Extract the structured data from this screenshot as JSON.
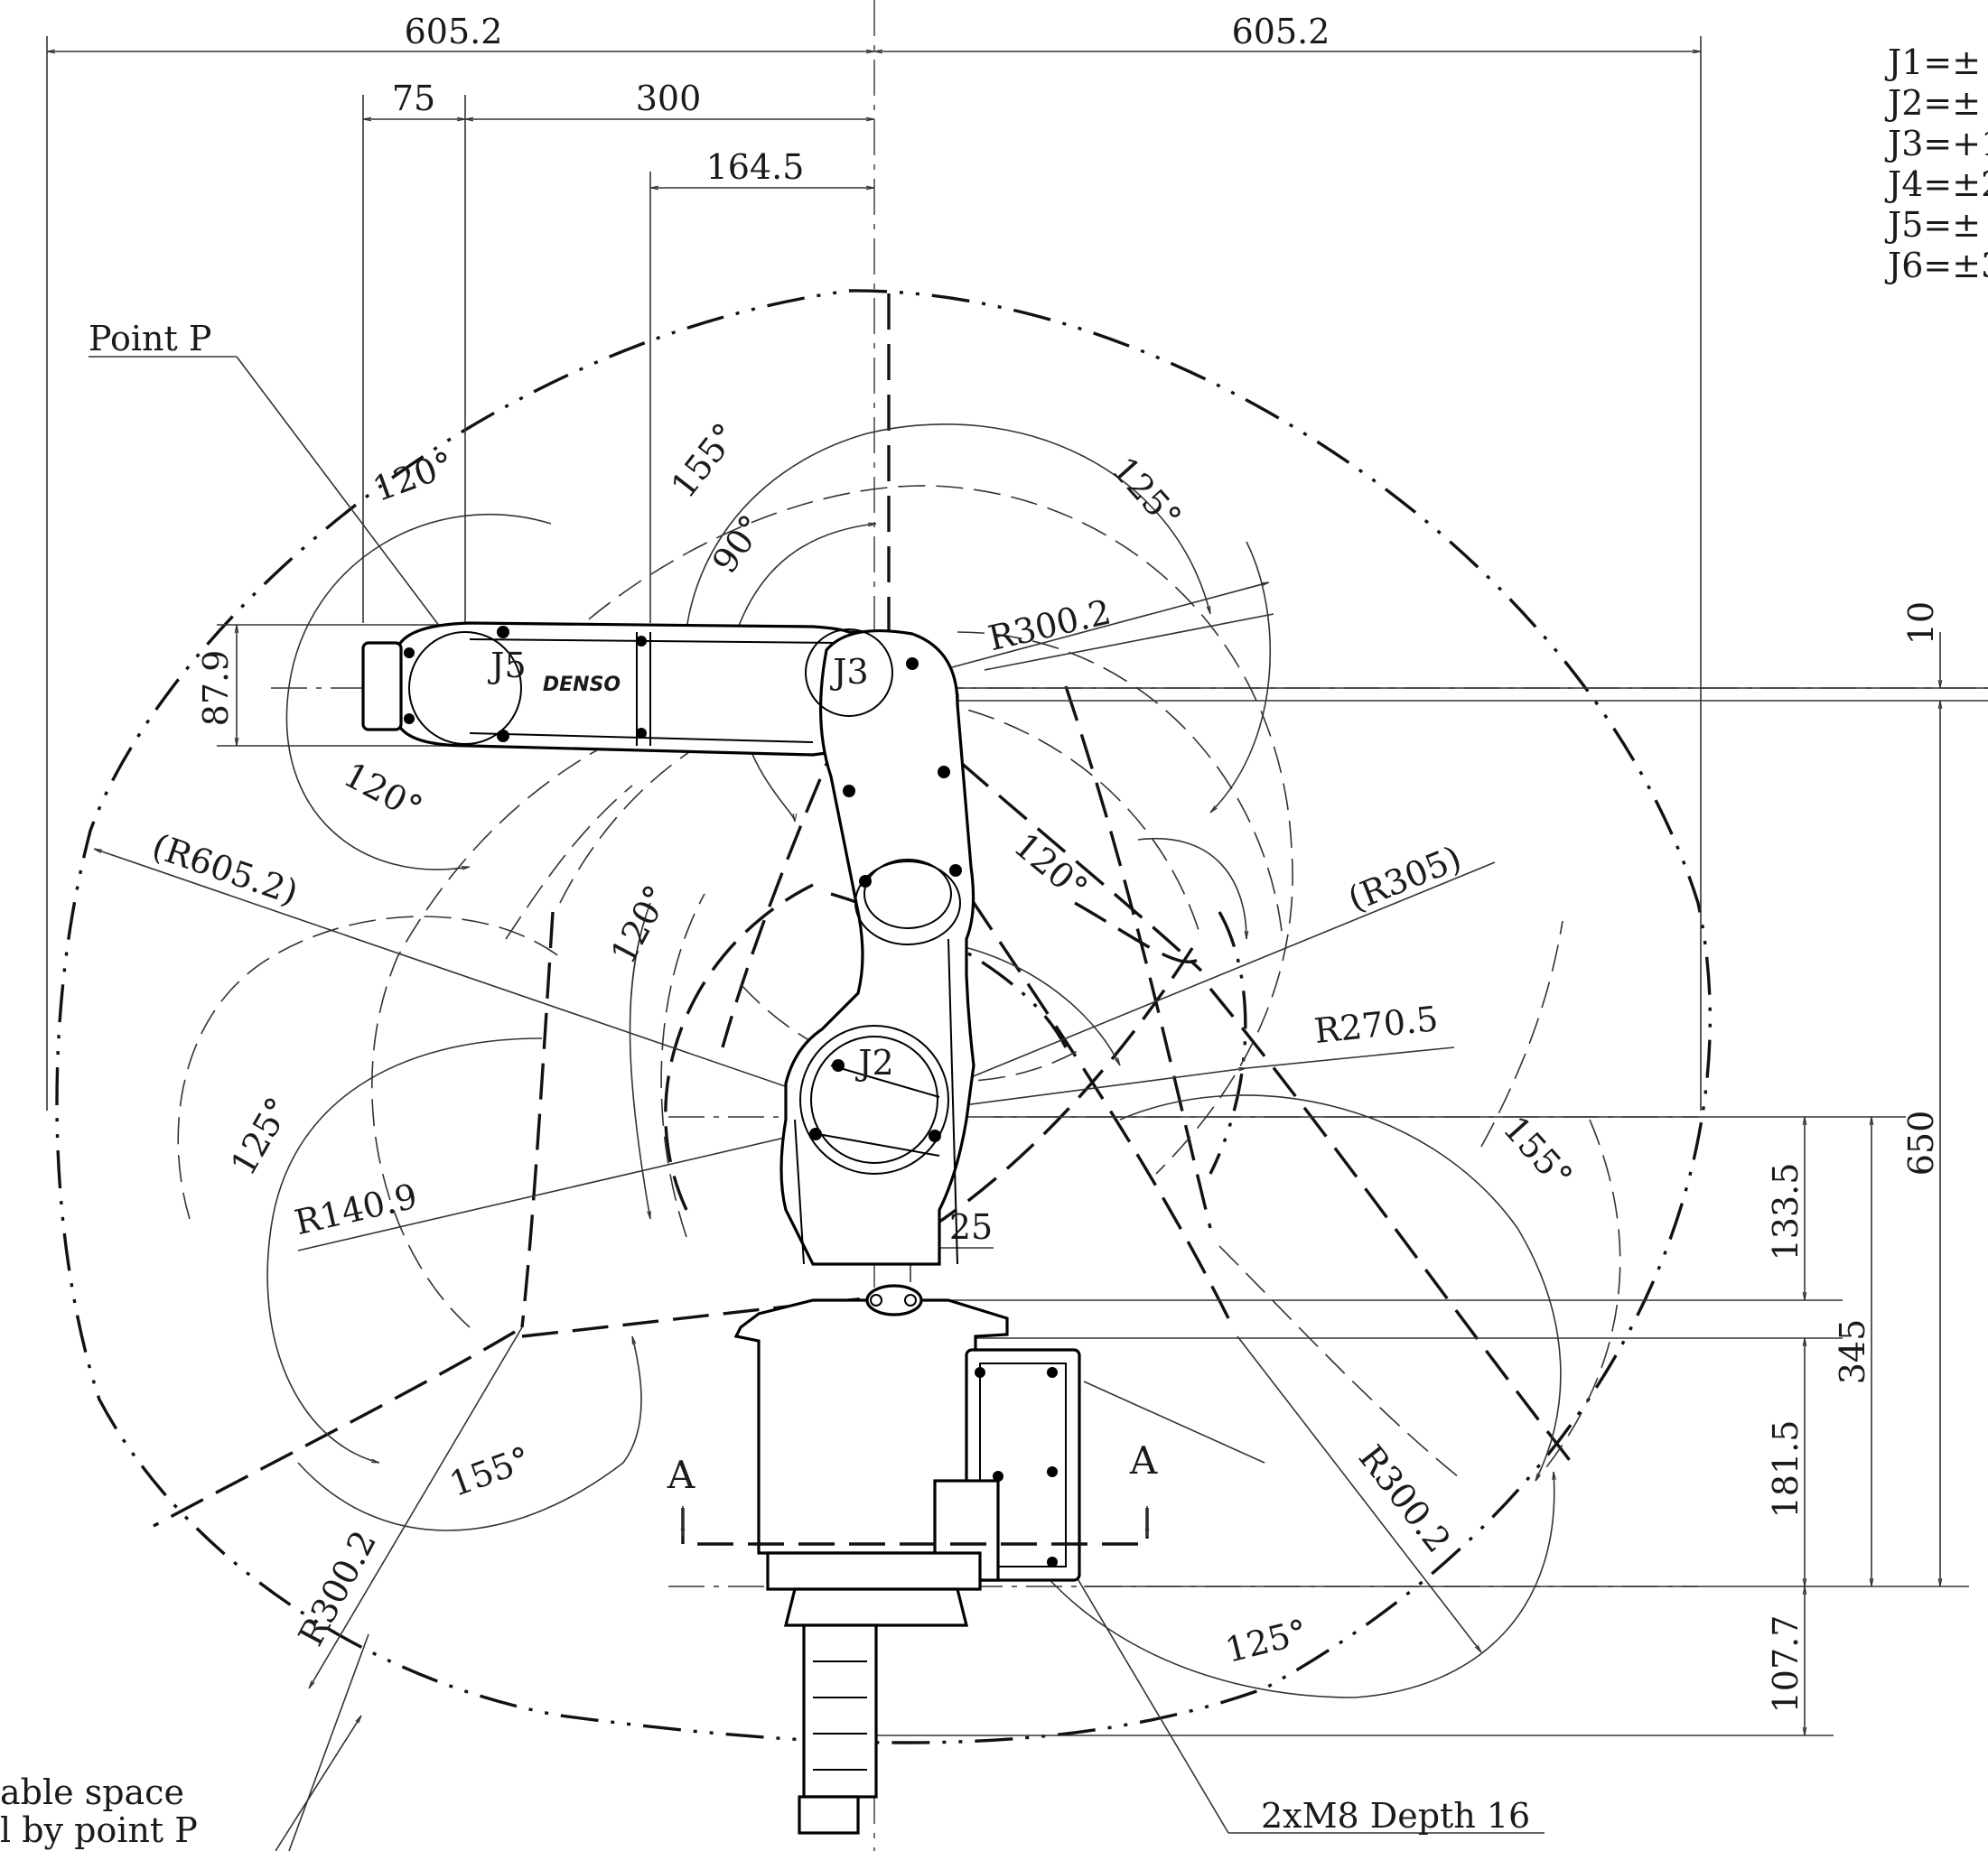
{
  "dimensions": {
    "top_left_width": "605.2",
    "top_right_width": "605.2",
    "wrist_offset": "75",
    "arm_length": "300",
    "j3_offset": "164.5",
    "flange_height": "87.9",
    "offset_10": "10",
    "height_650": "650",
    "height_345": "345",
    "height_133_5": "133.5",
    "height_181_5": "181.5",
    "height_107_7": "107.7",
    "base_25": "25"
  },
  "radii": {
    "r300_2_top": "R300.2",
    "r605_2": "(R605.2)",
    "r305": "(R305)",
    "r270_5": "R270.5",
    "r140_9": "R140.9",
    "r300_2_left": "R300.2",
    "r300_2_right": "R300.2"
  },
  "angles": {
    "a120_top": "120°",
    "a120_j5": "120°",
    "a155_top": "155°",
    "a90": "90°",
    "a125_top": "125°",
    "a120_right": "120°",
    "a120_mid": "120°",
    "a125_left": "125°",
    "a155_right": "155°",
    "a155_bottom": "155°",
    "a125_bottom": "125°"
  },
  "labels": {
    "point_p": "Point P",
    "j2": "J2",
    "j3": "J3",
    "j5": "J5",
    "brand": "DENSO",
    "section_a_left": "A",
    "section_a_right": "A",
    "thread_note": "2xM8 Depth 16",
    "space_note_line1": "able space",
    "space_note_line2": "l by point P"
  },
  "joint_ranges": [
    "J1=±",
    "J2=±",
    "J3=+1",
    "J4=±2",
    "J5=±",
    "J6=±3"
  ]
}
